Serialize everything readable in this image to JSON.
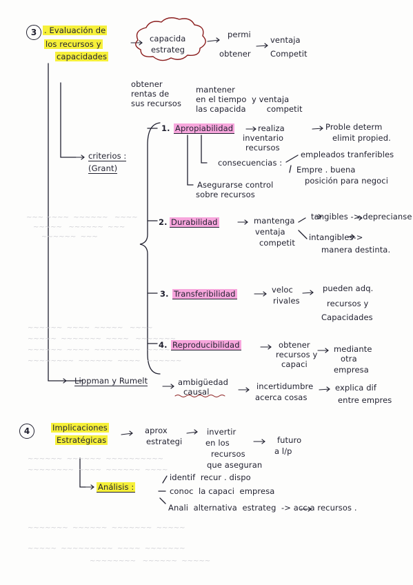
{
  "section3": {
    "number": "3",
    "title_line1": ". Evaluación de",
    "title_line2": "los recursos y",
    "title_line3": "capacidades",
    "cloud_line1": "capacida",
    "cloud_line2": "estrateg",
    "permi_line1": "permi",
    "permi_line2": "obtener",
    "ventaja_line1": "ventaja",
    "ventaja_line2": "Competit",
    "obtener_line1": "obtener",
    "obtener_line2": "rentas de",
    "obtener_line3": "sus recursos",
    "mantener_line1": "mantener",
    "mantener_line2": "en el tiempo  y ventaja",
    "mantener_line3": "las capacida        competit",
    "criterios_line1": "criterios :",
    "criterios_line2": "(Grant)",
    "c1_label": "1.",
    "c1_title": "Apropiabilidad",
    "c1_realiza_1": "realiza",
    "c1_realiza_2": "inventario",
    "c1_realiza_3": "recursos",
    "c1_proble_1": "Proble determ",
    "c1_proble_2": "elimit propied.",
    "c1_consecuencias": "consecuencias :",
    "c1_empleados": "empleados tranferibles",
    "c1_empre_1": "Empre . buena",
    "c1_empre_2": "posición para negoci",
    "c1_asegurarse_1": "Asegurarse control",
    "c1_asegurarse_2": "sobre recursos",
    "c2_label": "2.",
    "c2_title": "Durabilidad",
    "c2_mantenga_1": "mantenga",
    "c2_mantenga_2": "ventaja",
    "c2_mantenga_3": "competit",
    "c2_tangibles": "tangibles -> deprecianse",
    "c2_intangibles_1": "intangibles->",
    "c2_intangibles_2": "manera destinta.",
    "c3_label": "3.",
    "c3_title": "Transferibilidad",
    "c3_veloc_1": "veloc",
    "c3_veloc_2": "rivales",
    "c3_pueden_1": "pueden adq.",
    "c3_pueden_2": "recursos y",
    "c3_pueden_3": "Capacidades",
    "c4_label": "4.",
    "c4_title": "Reproducibilidad",
    "c4_obtener_1": "obtener",
    "c4_obtener_2": "recursos y",
    "c4_obtener_3": "capaci",
    "c4_mediante_1": "mediante",
    "c4_mediante_2": "otra",
    "c4_mediante_3": "empresa",
    "lippman": "Lippman y Rumelt",
    "ambig_1": "ambigüedad",
    "ambig_2": "causal",
    "incertidumbre_1": "incertidumbre",
    "incertidumbre_2": "acerca cosas",
    "explica_1": "explica dif",
    "explica_2": "entre empres"
  },
  "section4": {
    "number": "4",
    "title_line1": "Implicaciones",
    "title_line2": "Estratégicas",
    "aprox_1": "aprox",
    "aprox_2": "estrategi",
    "invertir_1": "invertir",
    "invertir_2": "en los",
    "invertir_3": "recursos",
    "invertir_4": "que aseguran",
    "futuro_1": "futuro",
    "futuro_2": "a l/p",
    "analisis": "Análisis :",
    "identif": "identif  recur . dispo",
    "conoc": "conoc  la capaci  empresa",
    "anali": "Anali  alternativa  estrateg  -> acc a recursos ."
  },
  "colors": {
    "ink": "#1f1f2e",
    "highlight_yellow": "#f6f03a",
    "highlight_pink": "#f7a6dc",
    "cloud_red": "#8a1c1c"
  }
}
